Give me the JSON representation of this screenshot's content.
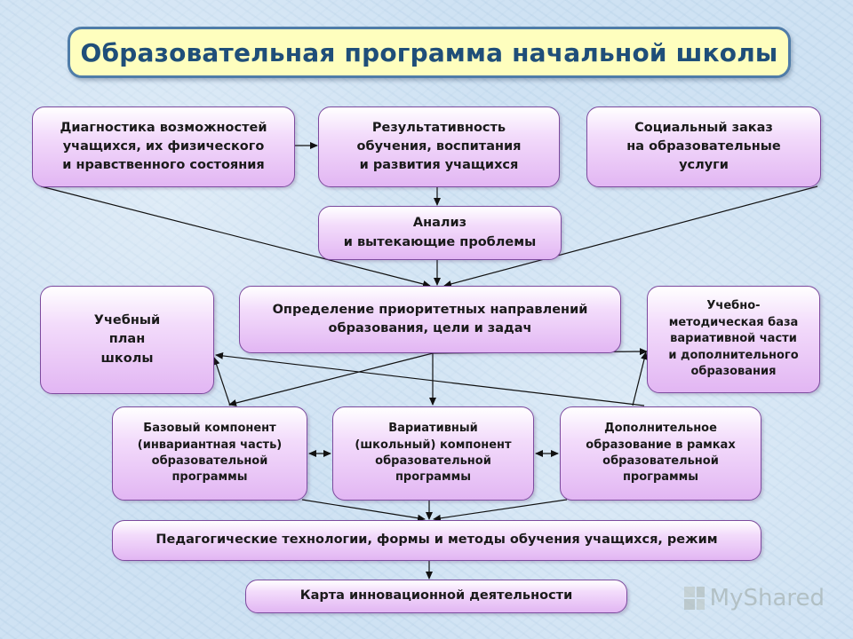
{
  "title": "Образовательная программа начальной школы",
  "boxes": {
    "diagnostics": "Диагностика возможностей\nучащихся, их физического\nи нравственного  состояния",
    "results": "Результативность\nобучения, воспитания\nи развития учащихся",
    "social_order": "Социальный заказ\nна образовательные\nуслуги",
    "analysis": "Анализ\nи вытекающие проблемы",
    "curriculum": "Учебный\nплан\nшколы",
    "priorities": "Определение приоритетных направлений\nобразования,  цели и задач",
    "methodical_base": "Учебно-\nметодическая база\nвариативной части\nи дополнительного\nобразования",
    "base_component": "Базовый компонент\n(инвариантная часть)\nобразовательной\nпрограммы",
    "variable_component": "Вариативный\n(школьный) компонент\nобразовательной\nпрограммы",
    "additional_education": "Дополнительное\nобразование в рамках\nобразовательной\nпрограммы",
    "pedagogical_tech": "Педагогические технологии, формы и методы обучения учащихся, режим",
    "innovation_map": "Карта инновационной  деятельности"
  },
  "watermark": "MyShared",
  "colors": {
    "title_fill": "#fefebe",
    "title_border": "#4f7ca8",
    "title_text": "#1f4e79",
    "box_fill": "#e2b6f3",
    "box_border": "#7d4a9e",
    "arrow": "#111111"
  }
}
